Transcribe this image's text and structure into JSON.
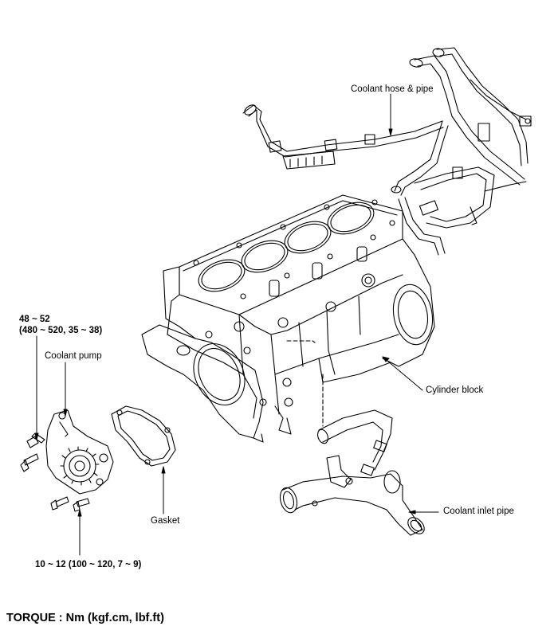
{
  "labels": {
    "coolant_hose_pipe": "Coolant hose & pipe",
    "cylinder_block": "Cylinder block",
    "coolant_pump": "Coolant pump",
    "gasket": "Gasket",
    "coolant_inlet_pipe": "Coolant inlet pipe",
    "torque_pump_bolt_line1": "48 ~ 52",
    "torque_pump_bolt_line2": "(480 ~ 520, 35 ~ 38)",
    "torque_small_bolt": "10 ~ 12 (100 ~ 120, 7 ~ 9)"
  },
  "footer": {
    "torque_units": "TORQUE : Nm (kgf.cm, lbf.ft)"
  },
  "colors": {
    "line": "#000000",
    "background": "#ffffff"
  }
}
